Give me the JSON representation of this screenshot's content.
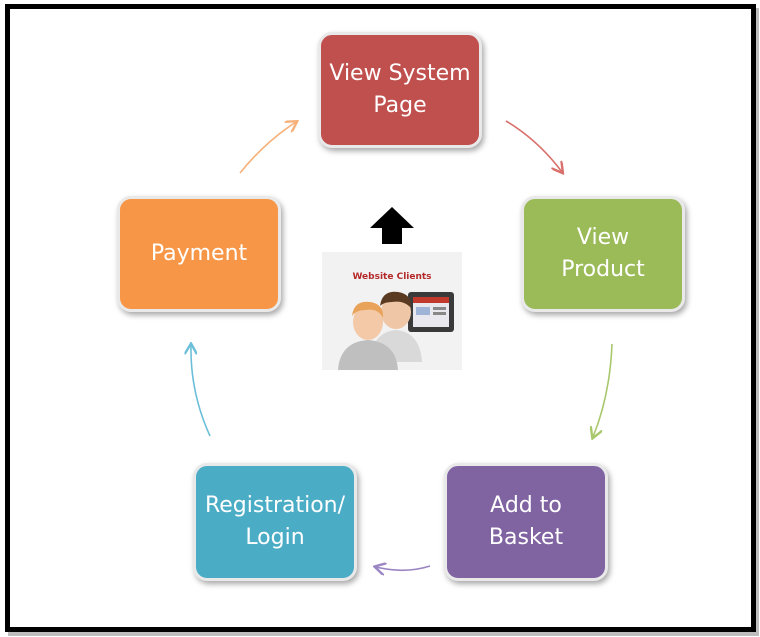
{
  "steps": [
    {
      "id": "view-system",
      "label": "View System\nPage",
      "color": "#c0504d"
    },
    {
      "id": "view-product",
      "label": "View\nProduct",
      "color": "#9bbb59"
    },
    {
      "id": "add-basket",
      "label": "Add to\nBasket",
      "color": "#8064a2"
    },
    {
      "id": "registration",
      "label": "Registration/\nLogin",
      "color": "#4bacc6"
    },
    {
      "id": "payment",
      "label": "Payment",
      "color": "#f79646"
    }
  ],
  "center": {
    "title": "Website Clients"
  }
}
